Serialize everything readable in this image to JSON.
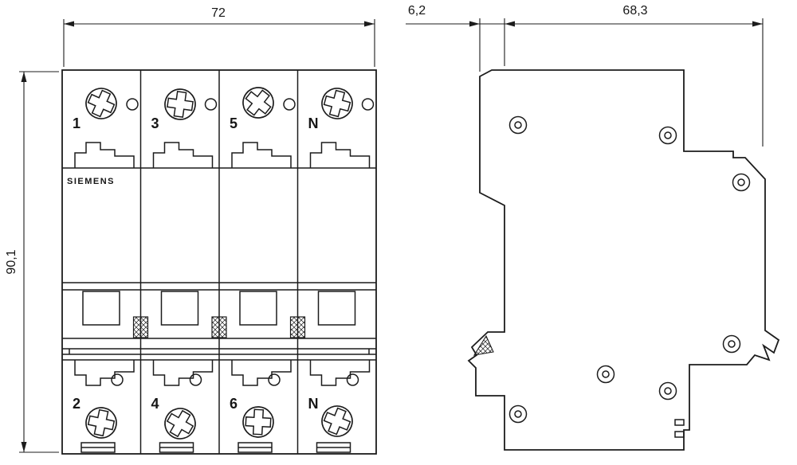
{
  "drawing": {
    "brand": "SIEMENS",
    "dim_width": "72",
    "dim_height": "90,1",
    "dim_offset": "6,2",
    "dim_depth": "68,3",
    "poles_top": [
      "1",
      "3",
      "5",
      "N"
    ],
    "poles_bottom": [
      "2",
      "4",
      "6",
      "N"
    ]
  }
}
